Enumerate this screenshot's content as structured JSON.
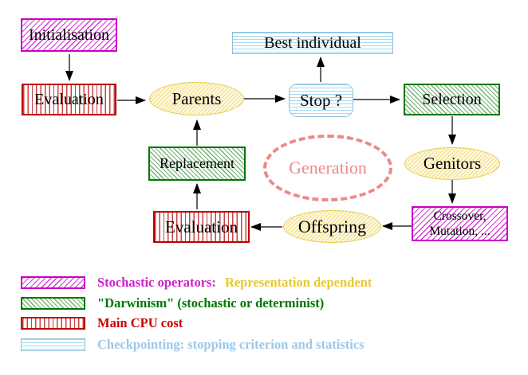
{
  "diagram": {
    "nodes": {
      "initialisation": "Initialisation",
      "evaluation_top": "Evaluation",
      "parents": "Parents",
      "best_individual": "Best individual",
      "stop": "Stop ?",
      "selection": "Selection",
      "genitors": "Genitors",
      "crossover_line1": "Crossover,",
      "crossover_line2": "Mutation, ...",
      "offspring": "Offspring",
      "evaluation_bottom": "Evaluation",
      "replacement": "Replacement",
      "generation": "Generation"
    },
    "colors": {
      "stochastic_magenta": "#cc00cc",
      "darwinism_green": "#007700",
      "cpu_red": "#bb0000",
      "checkpoint_cyan": "#8cc0d8",
      "population_yellow": "#e2ce52",
      "generation_salmon": "#ee8888",
      "node_text": "#000000"
    }
  },
  "legend": {
    "rows": [
      {
        "swatch": "magenta-diagonal-hatch",
        "label": "Stochastic operators:",
        "label2": "Representation dependent",
        "label_color": "#cc22cc",
        "label2_color": "#e8c830"
      },
      {
        "swatch": "green-diagonal-hatch",
        "label": "\"Darwinism\" (stochastic or determinist)",
        "label_color": "#007700"
      },
      {
        "swatch": "red-vertical-stripes",
        "label": "Main CPU cost",
        "label_color": "#cc0000"
      },
      {
        "swatch": "cyan-horizontal-stripes",
        "label": "Checkpointing: stopping criterion and statistics",
        "label_color": "#9cc8e8"
      }
    ]
  }
}
